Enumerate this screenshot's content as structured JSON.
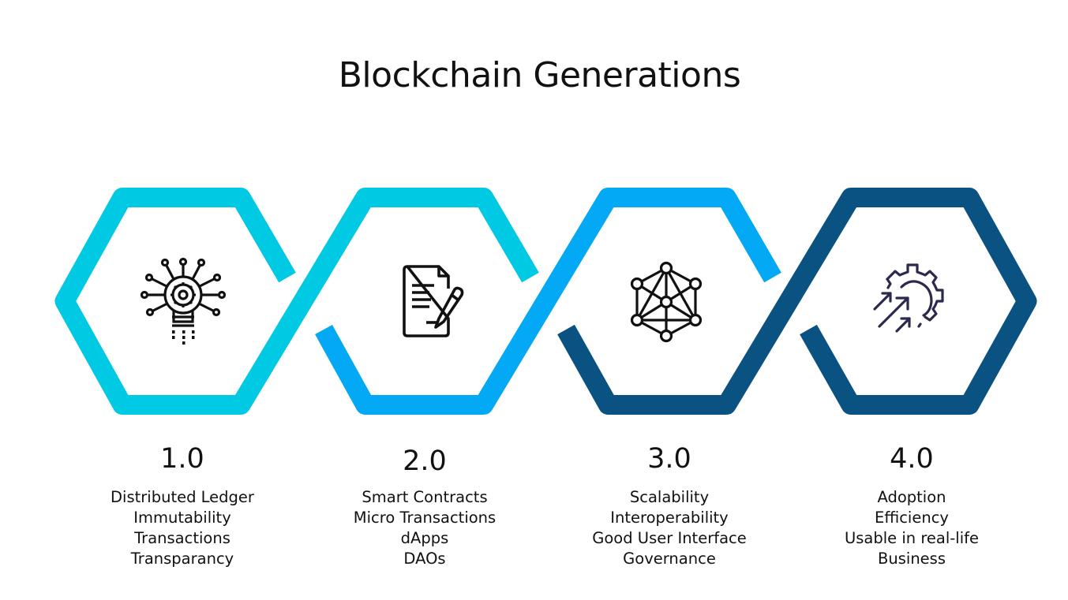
{
  "title": "Blockchain Generations",
  "colors": {
    "gen1": "#00C9E4",
    "gen2": "#03A9F4",
    "gen3": "#0A5281",
    "gen4": "#0A5281",
    "icon": "#111111",
    "icon4": "#2B2A4C"
  },
  "generations": [
    {
      "version": "1.0",
      "icon": "lightbulb-gear-network-icon",
      "features": [
        "Distributed Ledger",
        "Immutability",
        "Transactions",
        "Transparancy"
      ]
    },
    {
      "version": "2.0",
      "icon": "contract-pen-icon",
      "features": [
        "Smart Contracts",
        "Micro Transactions",
        "dApps",
        "DAOs"
      ]
    },
    {
      "version": "3.0",
      "icon": "network-nodes-icon",
      "features": [
        "Scalability",
        "Interoperability",
        "Good User Interface",
        "Governance"
      ]
    },
    {
      "version": "4.0",
      "icon": "gear-arrows-efficiency-icon",
      "features": [
        "Adoption",
        "Efficiency",
        "Usable in real-life",
        "Business"
      ]
    }
  ]
}
